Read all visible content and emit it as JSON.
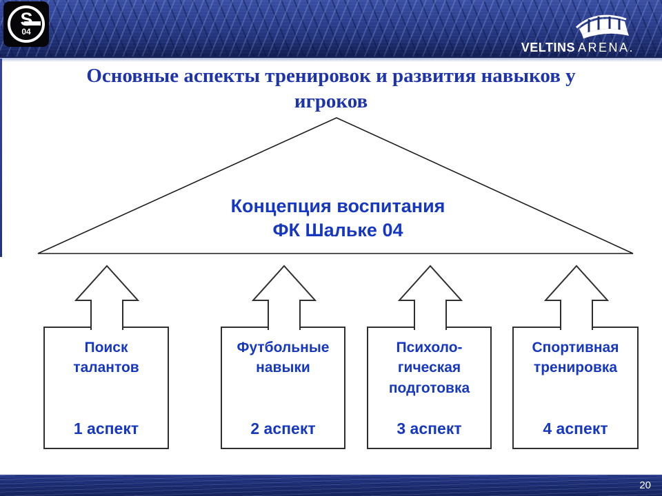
{
  "header": {
    "schalke_badge": {
      "letter": "S",
      "number": "04"
    },
    "veltins": {
      "brand": "VELTINS",
      "arena": "ARENA."
    },
    "icons": {
      "left": "schalke-04-badge-icon",
      "right": "veltins-arena-stadium-icon"
    }
  },
  "title": "Основные аспекты тренировок и развития навыков у\nигроков",
  "pyramid": {
    "label": "Концепция воспитания\nФК Шальке 04"
  },
  "aspects": [
    {
      "label": "Поиск\nталантов",
      "caption": "1 аспект"
    },
    {
      "label": "Футбольные\nнавыки",
      "caption": "2 аспект"
    },
    {
      "label": "Психоло-\nгическая\nподготовка",
      "caption": "3 аспект"
    },
    {
      "label": "Спортивная\nтренировка",
      "caption": "4 аспект"
    }
  ],
  "footer": {
    "page_number": "20"
  },
  "colors": {
    "accent_text": "#1637c0",
    "title_text": "#1e34ac",
    "header_navy": "#2c3f8e",
    "footer_navy": "#1d2e74",
    "outline": "#2e2e2e"
  }
}
